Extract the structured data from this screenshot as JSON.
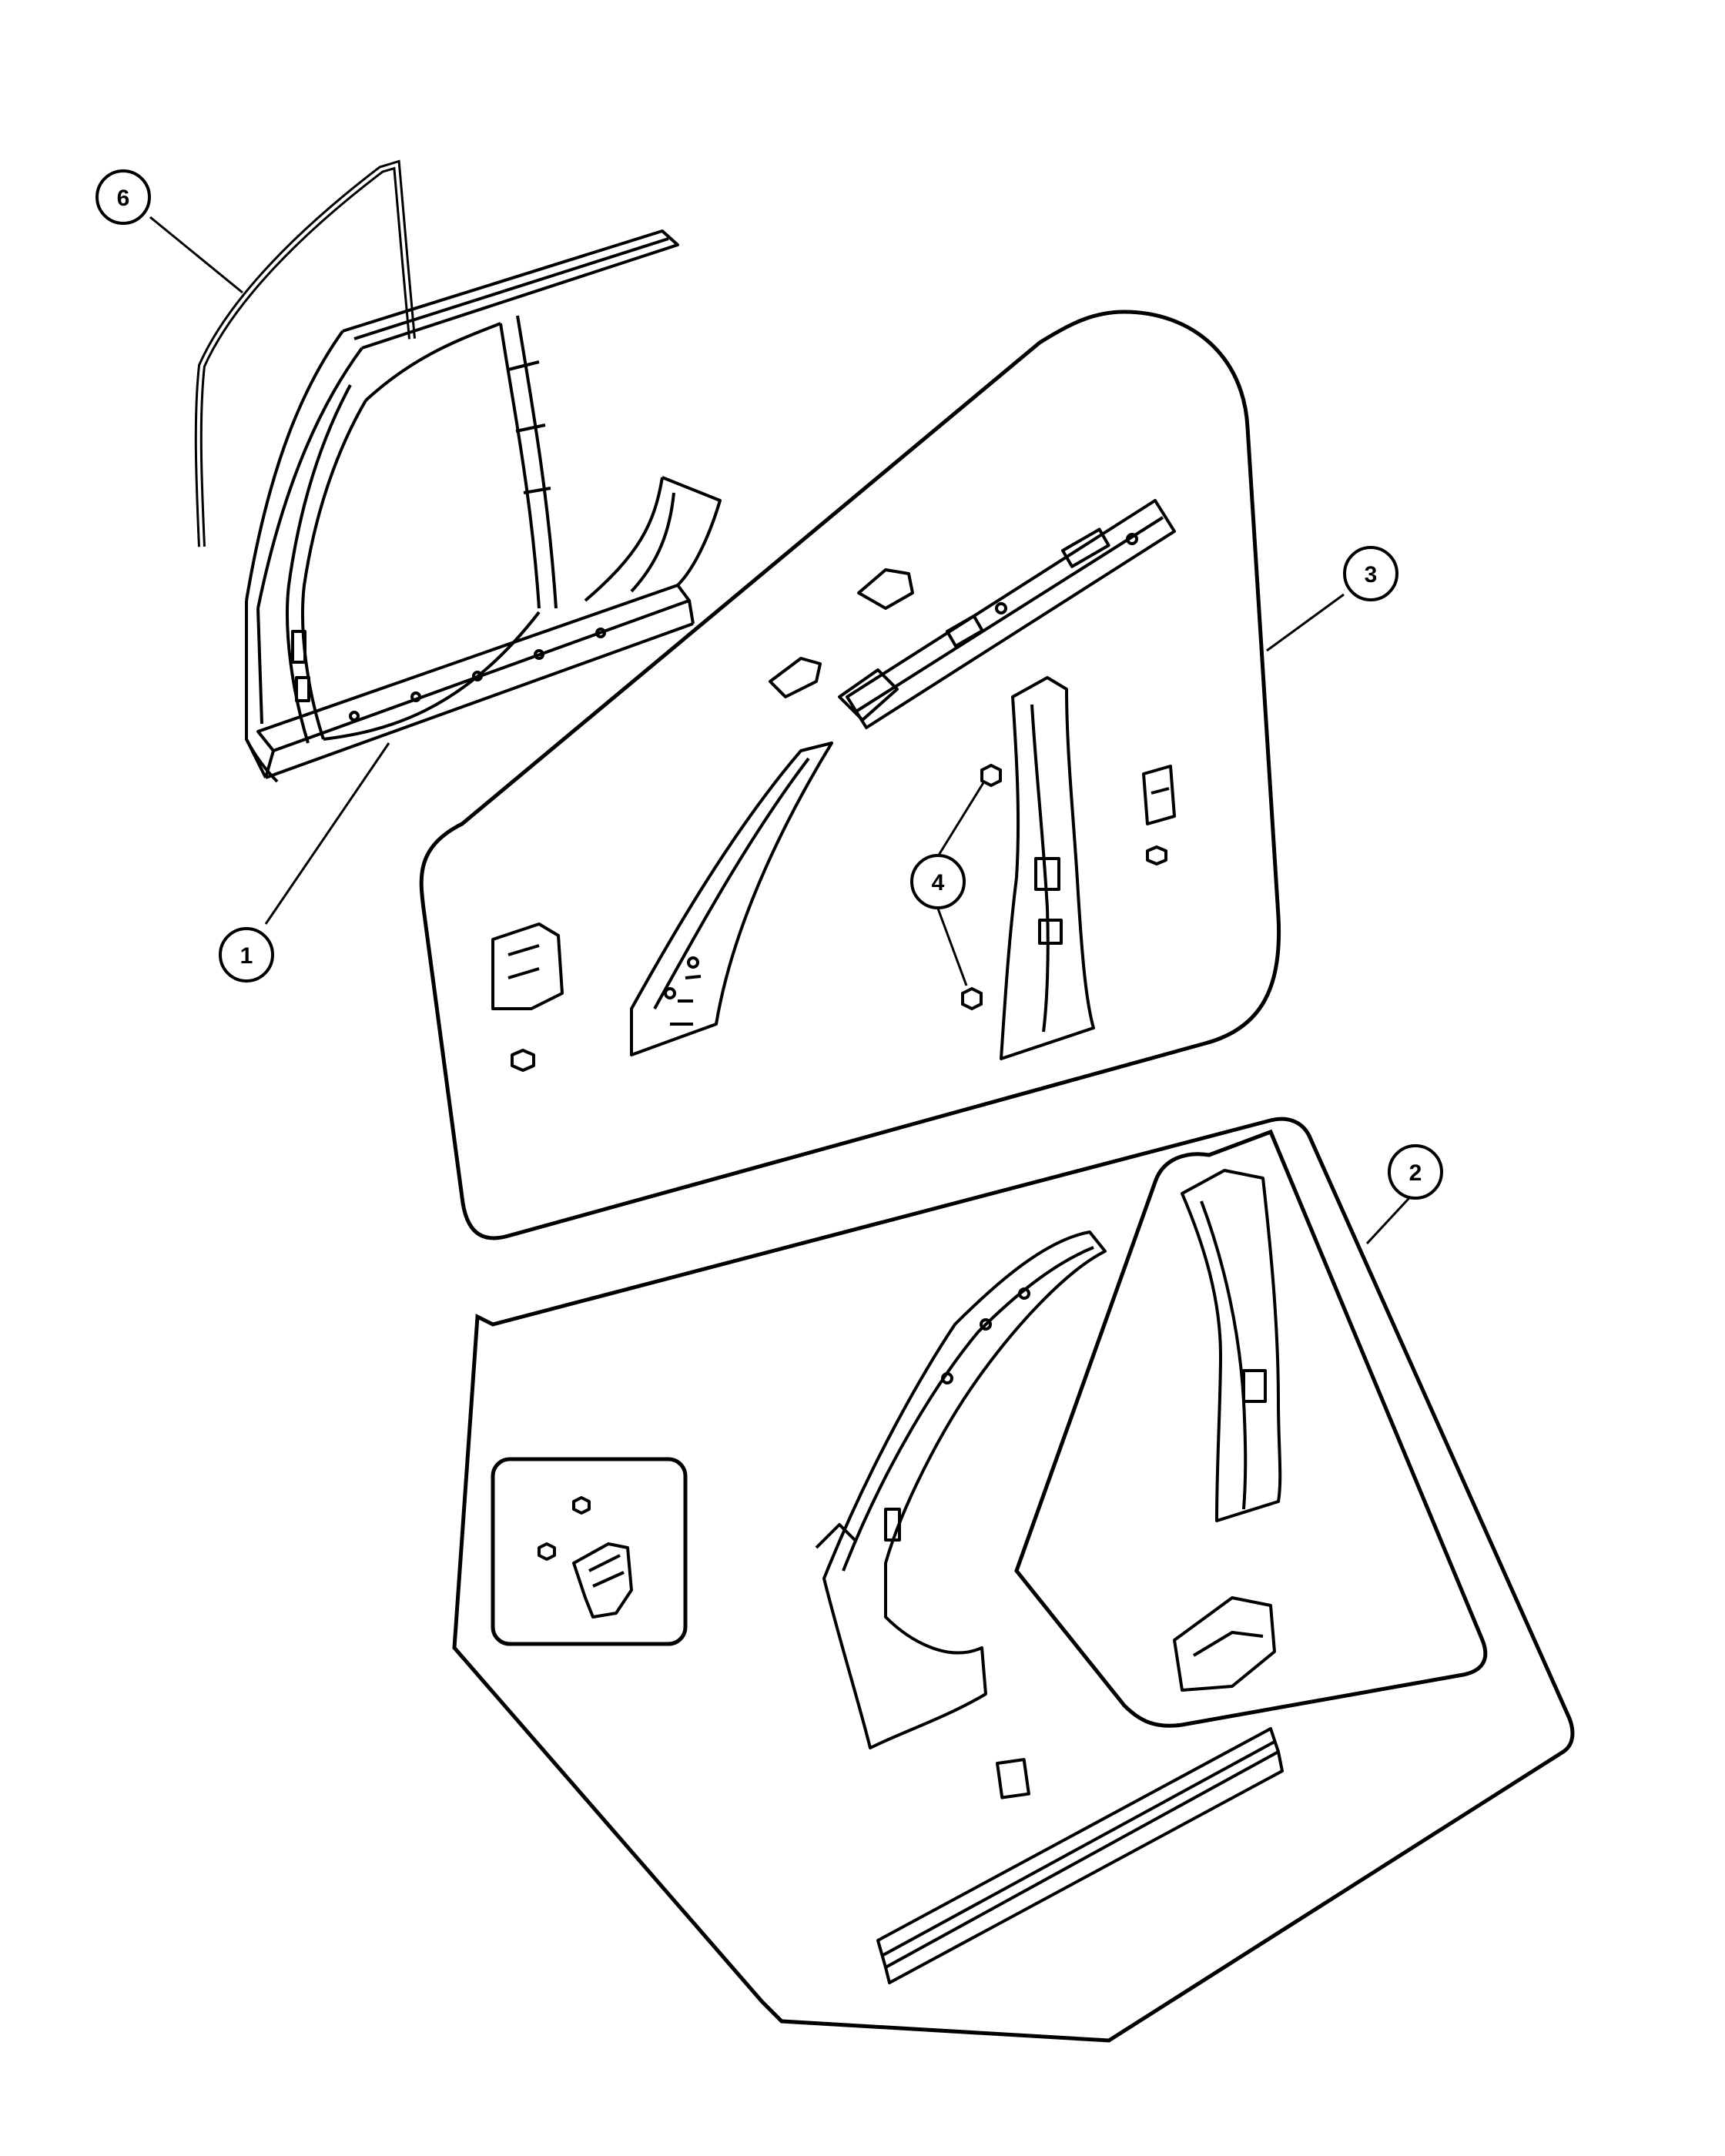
{
  "diagram": {
    "line_color": "#000000",
    "background": "#ffffff",
    "callouts": [
      {
        "id": "callout-1",
        "label": "1"
      },
      {
        "id": "callout-2",
        "label": "2"
      },
      {
        "id": "callout-3",
        "label": "3"
      },
      {
        "id": "callout-4",
        "label": "4"
      },
      {
        "id": "callout-6",
        "label": "6"
      }
    ],
    "parts": [
      {
        "id": "part-body-side-aperture",
        "callout": "1"
      },
      {
        "id": "part-reinforcement-group",
        "callout": "2"
      },
      {
        "id": "part-inner-panel-group",
        "callout": "3"
      },
      {
        "id": "part-fasteners",
        "callout": "4"
      },
      {
        "id": "part-weatherstrip",
        "callout": "6"
      }
    ]
  }
}
